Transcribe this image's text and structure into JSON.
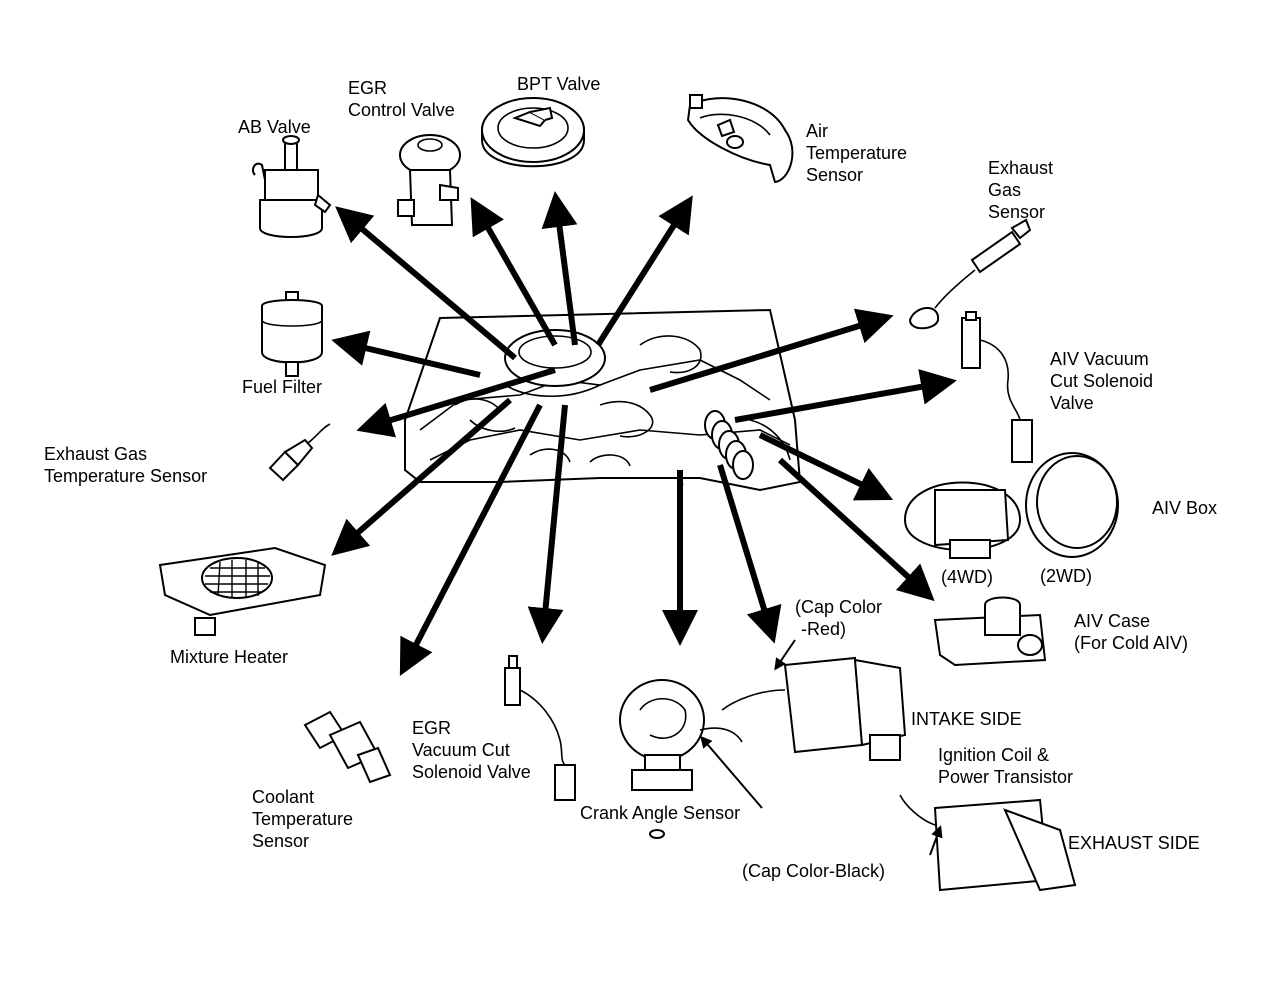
{
  "labels": {
    "ab_valve": [
      "AB Valve"
    ],
    "egr_control_valve": [
      "EGR",
      "Control Valve"
    ],
    "bpt_valve": [
      "BPT Valve"
    ],
    "air_temperature_sensor": [
      "Air",
      "Temperature",
      "Sensor"
    ],
    "exhaust_gas_sensor": [
      "Exhaust",
      "Gas",
      "Sensor"
    ],
    "fuel_filter": [
      "Fuel Filter"
    ],
    "aiv_vacuum_cut_solenoid_valve": [
      "AIV Vacuum",
      "Cut Solenoid",
      "Valve"
    ],
    "exhaust_gas_temperature_sensor": [
      "Exhaust Gas",
      "Temperature Sensor"
    ],
    "aiv_box": [
      "AIV Box"
    ],
    "aiv_box_4wd": [
      "(4WD)"
    ],
    "aiv_box_2wd": [
      "(2WD)"
    ],
    "mixture_heater": [
      "Mixture Heater"
    ],
    "cap_color_red": [
      "(Cap Color",
      "-Red)"
    ],
    "aiv_case": [
      "AIV Case",
      "(For Cold AIV)"
    ],
    "intake_side": [
      "INTAKE SIDE"
    ],
    "egr_vacuum_cut_solenoid_valve": [
      "EGR",
      "Vacuum Cut",
      "Solenoid Valve"
    ],
    "ignition_coil_power_transistor": [
      "Ignition Coil &",
      "Power Transistor"
    ],
    "coolant_temperature_sensor": [
      "Coolant",
      "Temperature",
      "Sensor"
    ],
    "crank_angle_sensor": [
      "Crank Angle Sensor"
    ],
    "exhaust_side": [
      "EXHAUST SIDE"
    ],
    "cap_color_black": [
      "(Cap Color-Black)"
    ]
  }
}
